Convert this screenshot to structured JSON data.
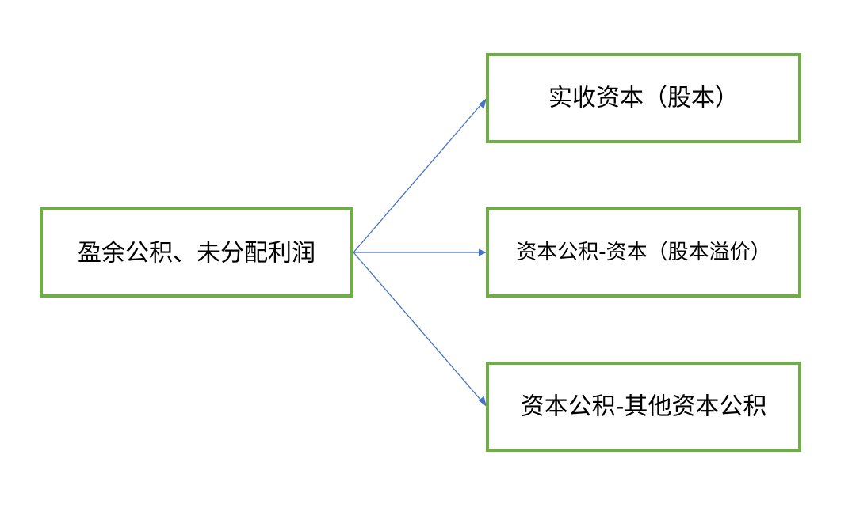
{
  "diagram": {
    "source": {
      "label": "盈余公积、未分配利润"
    },
    "targets": [
      {
        "label": "实收资本（股本）"
      },
      {
        "label": "资本公积-资本（股本溢价）"
      },
      {
        "label": "资本公积-其他资本公积"
      }
    ],
    "colors": {
      "box_border": "#70ad47",
      "arrow": "#4472c4",
      "text": "#000000"
    }
  }
}
